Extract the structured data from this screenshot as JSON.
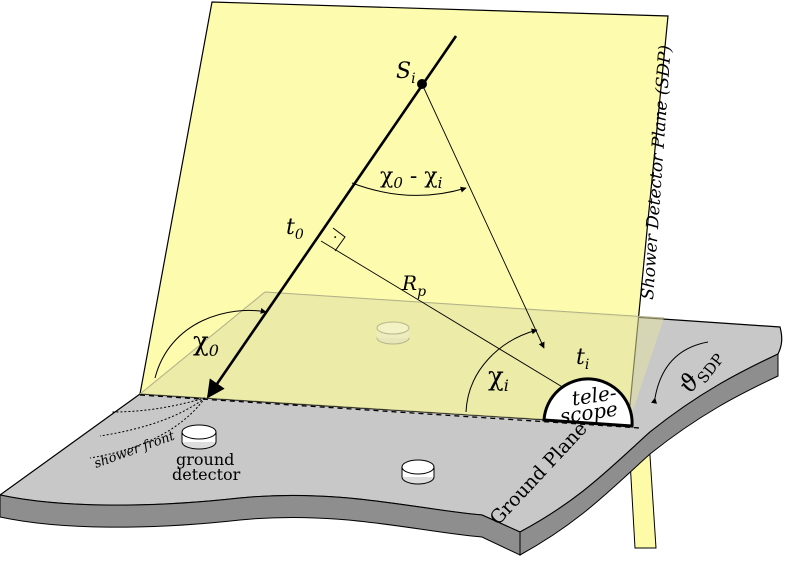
{
  "labels": {
    "source_point": "S",
    "source_point_sub": "i",
    "chi_diff": "χ",
    "chi_diff_sub0": "0",
    "chi_diff_mid": " - χ",
    "chi_diff_subi": "i",
    "t0": "t",
    "t0_sub": "0",
    "rp": "R",
    "rp_sub": "p",
    "chi0": "χ",
    "chi0_sub": "0",
    "chii": "χ",
    "chii_sub": "i",
    "ti": "t",
    "ti_sub": "i",
    "telescope_line1": "tele-",
    "telescope_line2": "scope",
    "theta_sdp": "ϑ",
    "theta_sdp_sub": "SDP",
    "sdp_plane": "Shower Detector Plane (SDP)",
    "ground_plane": "Ground Plane",
    "shower_front": "shower front",
    "ground_detector_line1": "ground",
    "ground_detector_line2": "detector",
    "right_angle_mark": "·"
  },
  "colors": {
    "sdp_fill": "#fdfba8",
    "ground_fill": "#c8c8c8",
    "ground_side": "#8e8e8e",
    "overlap_fill": "#e2e2a4",
    "telescope_fill": "#ffffff",
    "line": "#000000"
  }
}
